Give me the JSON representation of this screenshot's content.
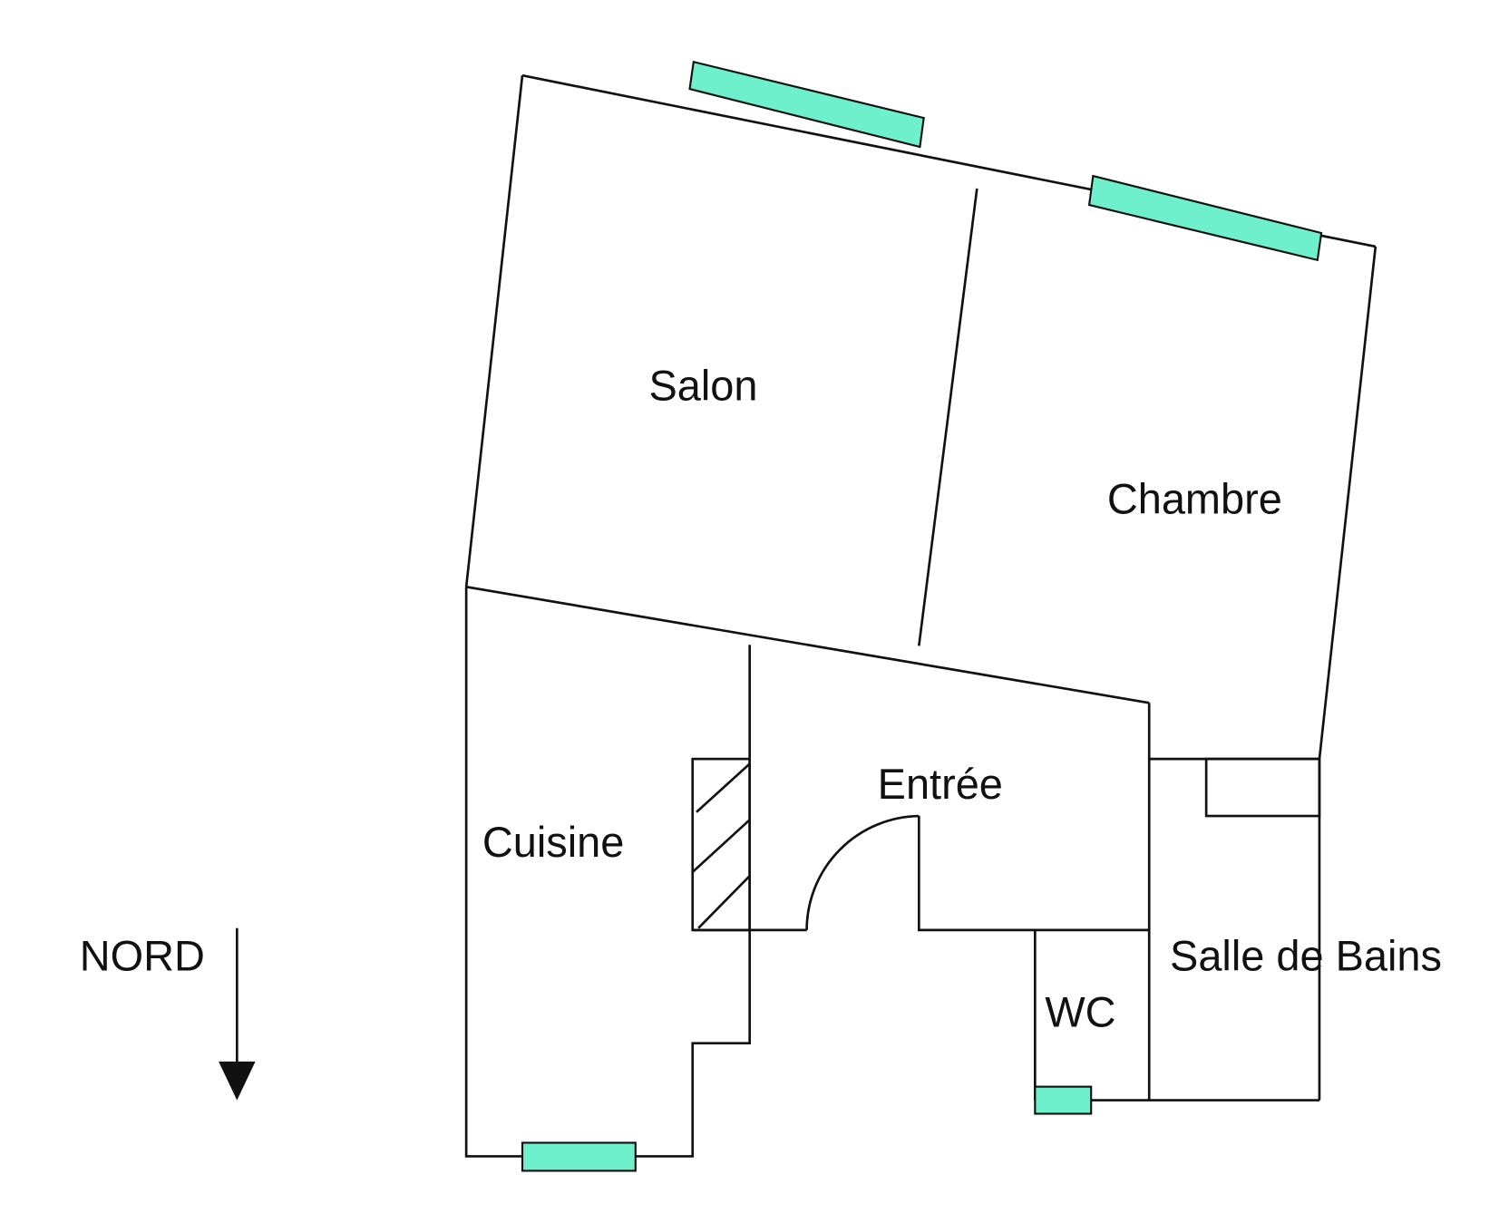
{
  "title": "Floor plan",
  "rooms": {
    "salon": "Salon",
    "chambre": "Chambre",
    "entree": "Entrée",
    "cuisine": "Cuisine",
    "salle_de_bains": "Salle de Bains",
    "wc": "WC"
  },
  "compass": {
    "label": "NORD",
    "icon": "arrow-down-icon"
  },
  "colors": {
    "window": "#6ff0cc",
    "wall": "#111111",
    "background": "#ffffff"
  }
}
